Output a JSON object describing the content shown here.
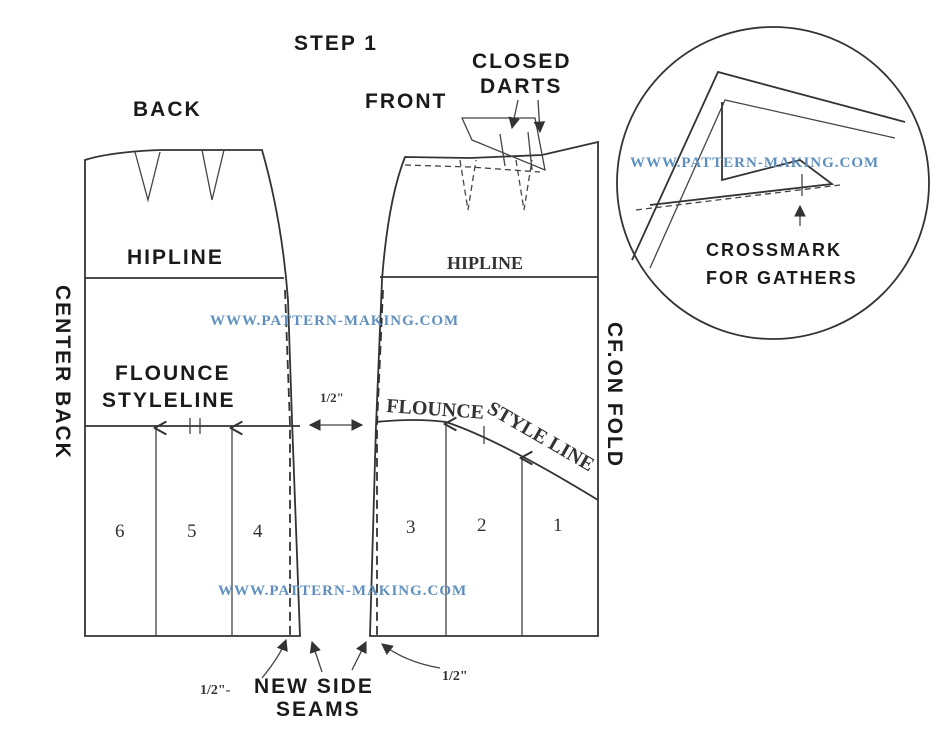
{
  "labels": {
    "step": "STEP 1",
    "back": "BACK",
    "front": "FRONT",
    "closed_darts_line1": "CLOSED",
    "closed_darts_line2": "DARTS",
    "hipline_back": "HIPLINE",
    "hipline_front": "HIPLINE",
    "center_back": "CENTER BACK",
    "cf_on_fold": "CF.ON FOLD",
    "flounce_back_line1": "FLOUNCE",
    "flounce_back_line2": "STYLELINE",
    "flounce_front_part1": "FLOUNCE",
    "flounce_front_part2": "STYLE LINE",
    "half_inch_gap": "1/2\"",
    "half_inch_left": "1/2\"-",
    "half_inch_right": "1/2\"",
    "new_side_line1": "NEW SIDE",
    "new_side_line2": "SEAMS",
    "crossmark_line1": "CROSSMARK",
    "crossmark_line2": "FOR GATHERS"
  },
  "watermarks": {
    "top": "WWW.PATTERN-MAKING.COM",
    "middle": "WWW.PATTERN-MAKING.COM",
    "bottom": "WWW.PATTERN-MAKING.COM"
  },
  "panel_numbers": [
    "6",
    "5",
    "4",
    "3",
    "2",
    "1"
  ],
  "colors": {
    "line": "#333333",
    "watermark": "#5f8fbf",
    "background": "#ffffff"
  }
}
